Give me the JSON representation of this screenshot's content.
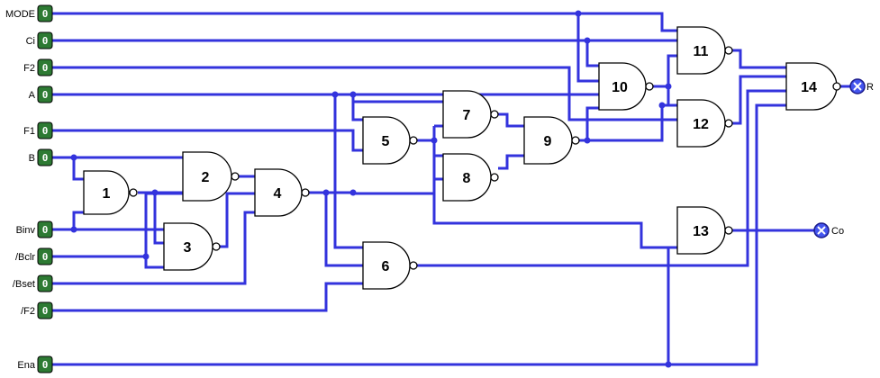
{
  "inputs": [
    {
      "id": "MODE",
      "label": "MODE",
      "value": "0"
    },
    {
      "id": "Ci",
      "label": "Ci",
      "value": "0"
    },
    {
      "id": "F2",
      "label": "F2",
      "value": "0"
    },
    {
      "id": "A",
      "label": "A",
      "value": "0"
    },
    {
      "id": "F1",
      "label": "F1",
      "value": "0"
    },
    {
      "id": "B",
      "label": "B",
      "value": "0"
    },
    {
      "id": "Binv",
      "label": "Binv",
      "value": "0"
    },
    {
      "id": "Bclr",
      "label": "/Bclr",
      "value": "0"
    },
    {
      "id": "Bset",
      "label": "/Bset",
      "value": "0"
    },
    {
      "id": "F2n",
      "label": "/F2",
      "value": "0"
    },
    {
      "id": "Ena",
      "label": "Ena",
      "value": "0"
    }
  ],
  "gates": [
    "1",
    "2",
    "3",
    "4",
    "5",
    "6",
    "7",
    "8",
    "9",
    "10",
    "11",
    "12",
    "13",
    "14"
  ],
  "outputs": [
    {
      "id": "R",
      "label": "R"
    },
    {
      "id": "Co",
      "label": "Co"
    }
  ],
  "colors": {
    "wire": "#3333dd",
    "input_fill": "#2d7a33",
    "output_fill": "#4455ee"
  }
}
